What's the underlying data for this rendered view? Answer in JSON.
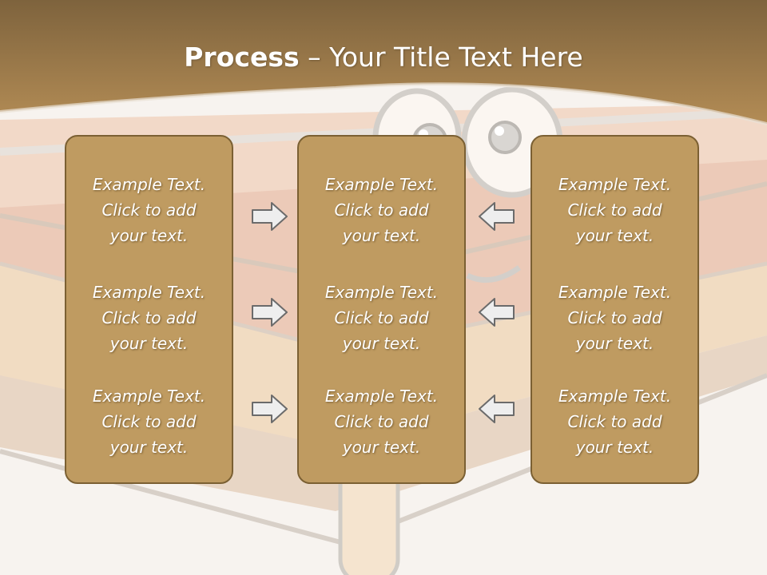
{
  "slide": {
    "title_bold": "Process",
    "title_rest": " – Your Title Text Here",
    "colors": {
      "header_brown": "#a67f48",
      "panel_fill": "#bf9b61",
      "panel_border": "#7b6033",
      "background": "#f7f3ef",
      "arrow_fill": "#eeeeee"
    },
    "columns": [
      {
        "cells": [
          "Example Text.\nClick  to add\nyour text.",
          "Example Text.\nClick  to add\nyour text.",
          "Example Text.\nClick  to add\nyour text."
        ]
      },
      {
        "cells": [
          "Example Text.\nClick  to add\nyour text.",
          "Example Text.\nClick  to add\nyour text.",
          "Example Text.\nClick  to add\nyour text."
        ]
      },
      {
        "cells": [
          "Example Text.\nClick  to add\nyour text.",
          "Example Text.\nClick  to add\nyour text.",
          "Example Text.\nClick  to add\nyour text."
        ]
      }
    ],
    "arrows": {
      "left_group": "arrow-right-icon",
      "right_group": "arrow-left-icon"
    }
  }
}
